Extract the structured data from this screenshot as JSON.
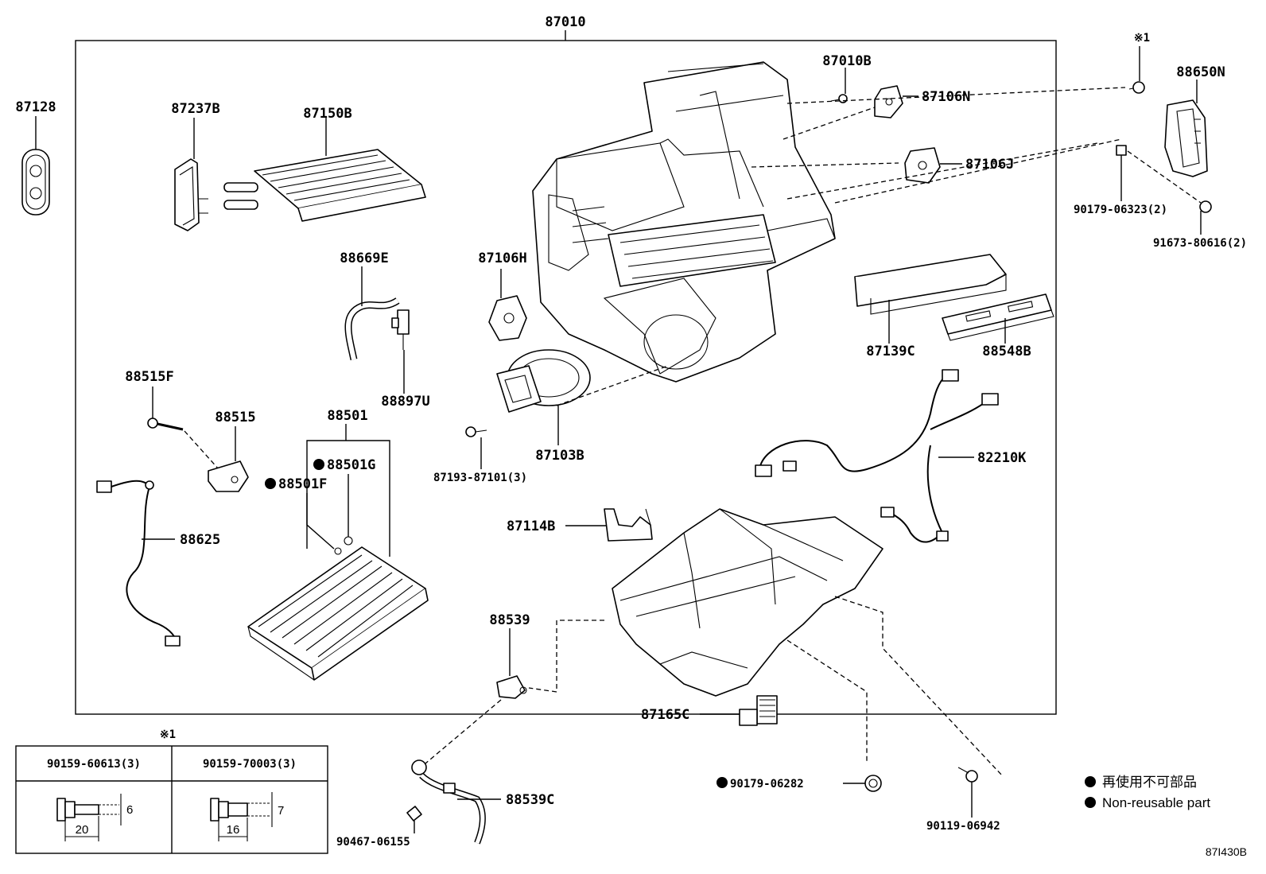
{
  "assembly": {
    "number": "87010"
  },
  "parts": [
    {
      "key": "p87128",
      "label": "87128"
    },
    {
      "key": "p87237B",
      "label": "87237B"
    },
    {
      "key": "p87150B",
      "label": "87150B"
    },
    {
      "key": "p87010B",
      "label": "87010B"
    },
    {
      "key": "p87106N",
      "label": "87106N"
    },
    {
      "key": "p87106J",
      "label": "87106J"
    },
    {
      "key": "p88650N",
      "label": "88650N"
    },
    {
      "key": "p90179_06323",
      "label": "90179-06323(2)"
    },
    {
      "key": "p91673_80616",
      "label": "91673-80616(2)"
    },
    {
      "key": "p88669E",
      "label": "88669E"
    },
    {
      "key": "p87106H",
      "label": "87106H"
    },
    {
      "key": "p87139C",
      "label": "87139C"
    },
    {
      "key": "p88548B",
      "label": "88548B"
    },
    {
      "key": "p88897U",
      "label": "88897U"
    },
    {
      "key": "p88515F",
      "label": "88515F"
    },
    {
      "key": "p88515",
      "label": "88515"
    },
    {
      "key": "p88501",
      "label": "88501"
    },
    {
      "key": "p88501G",
      "label": "88501G"
    },
    {
      "key": "p88501F",
      "label": "88501F"
    },
    {
      "key": "p87103B",
      "label": "87103B"
    },
    {
      "key": "p82210K",
      "label": "82210K"
    },
    {
      "key": "p87193_87101",
      "label": "87193-87101(3)"
    },
    {
      "key": "p87114B",
      "label": "87114B"
    },
    {
      "key": "p88625",
      "label": "88625"
    },
    {
      "key": "p88539",
      "label": "88539"
    },
    {
      "key": "p87165C",
      "label": "87165C"
    },
    {
      "key": "p88539C",
      "label": "88539C"
    },
    {
      "key": "p90179_06282",
      "label": "90179-06282"
    },
    {
      "key": "p90119_06942",
      "label": "90119-06942"
    },
    {
      "key": "p90467_06155",
      "label": "90467-06155"
    }
  ],
  "ref_mark": "※1",
  "spec_table": {
    "mark": "※1",
    "columns": [
      {
        "part": "90159-60613(3)",
        "diameter": "6",
        "length": "20"
      },
      {
        "part": "90159-70003(3)",
        "diameter": "7",
        "length": "16"
      }
    ]
  },
  "legend": {
    "japanese": "再使用不可部品",
    "english": "Non-reusable part"
  },
  "figure_code": "87I430B",
  "colors": {
    "line": "#000000",
    "background": "#ffffff"
  }
}
